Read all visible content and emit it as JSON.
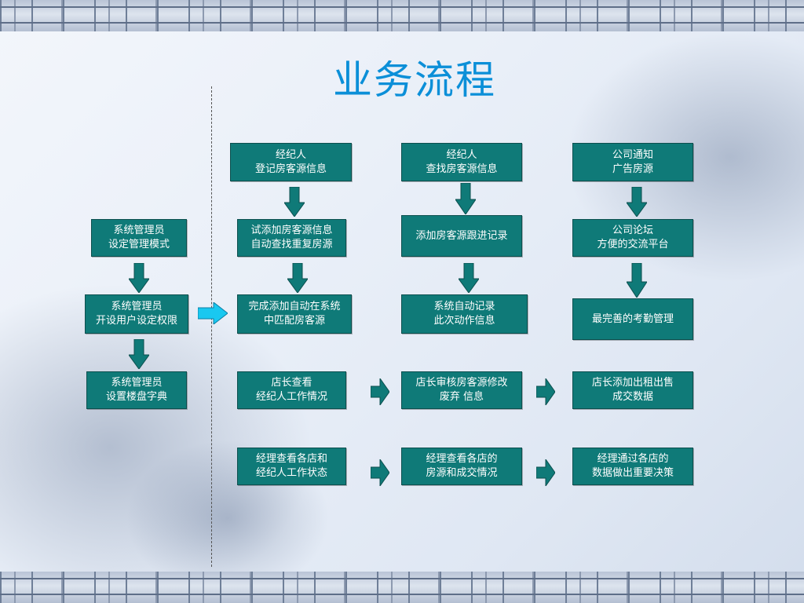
{
  "title": "业务流程",
  "colors": {
    "title": "#0b8fd8",
    "box_fill": "#0f7a78",
    "arrow_fill": "#0f7a78",
    "arrow_highlight": "#19c8f0"
  },
  "diagram": {
    "admin_column": [
      "系统管理员\n设定管理模式",
      "系统管理员\n开设用户设定权限",
      "系统管理员\n设置楼盘字典"
    ],
    "col_agent_register": [
      "经纪人\n登记房客源信息",
      "试添加房客源信息\n自动查找重复房源",
      "完成添加自动在系统\n中匹配房客源"
    ],
    "col_agent_search": [
      "经纪人\n查找房客源信息",
      "添加房客源跟进记录",
      "系统自动记录\n此次动作信息"
    ],
    "col_company": [
      "公司通知\n广告房源",
      "公司论坛\n方便的交流平台",
      "最完善的考勤管理"
    ],
    "row_store_manager": [
      "店长查看\n经纪人工作情况",
      "店长审核房客源修改\n废弃  信息",
      "店长添加出租出售\n成交数据"
    ],
    "row_manager": [
      "经理查看各店和\n经纪人工作状态",
      "经理查看各店的\n房源和成交情况",
      "经理通过各店的\n数据做出重要决策"
    ]
  }
}
